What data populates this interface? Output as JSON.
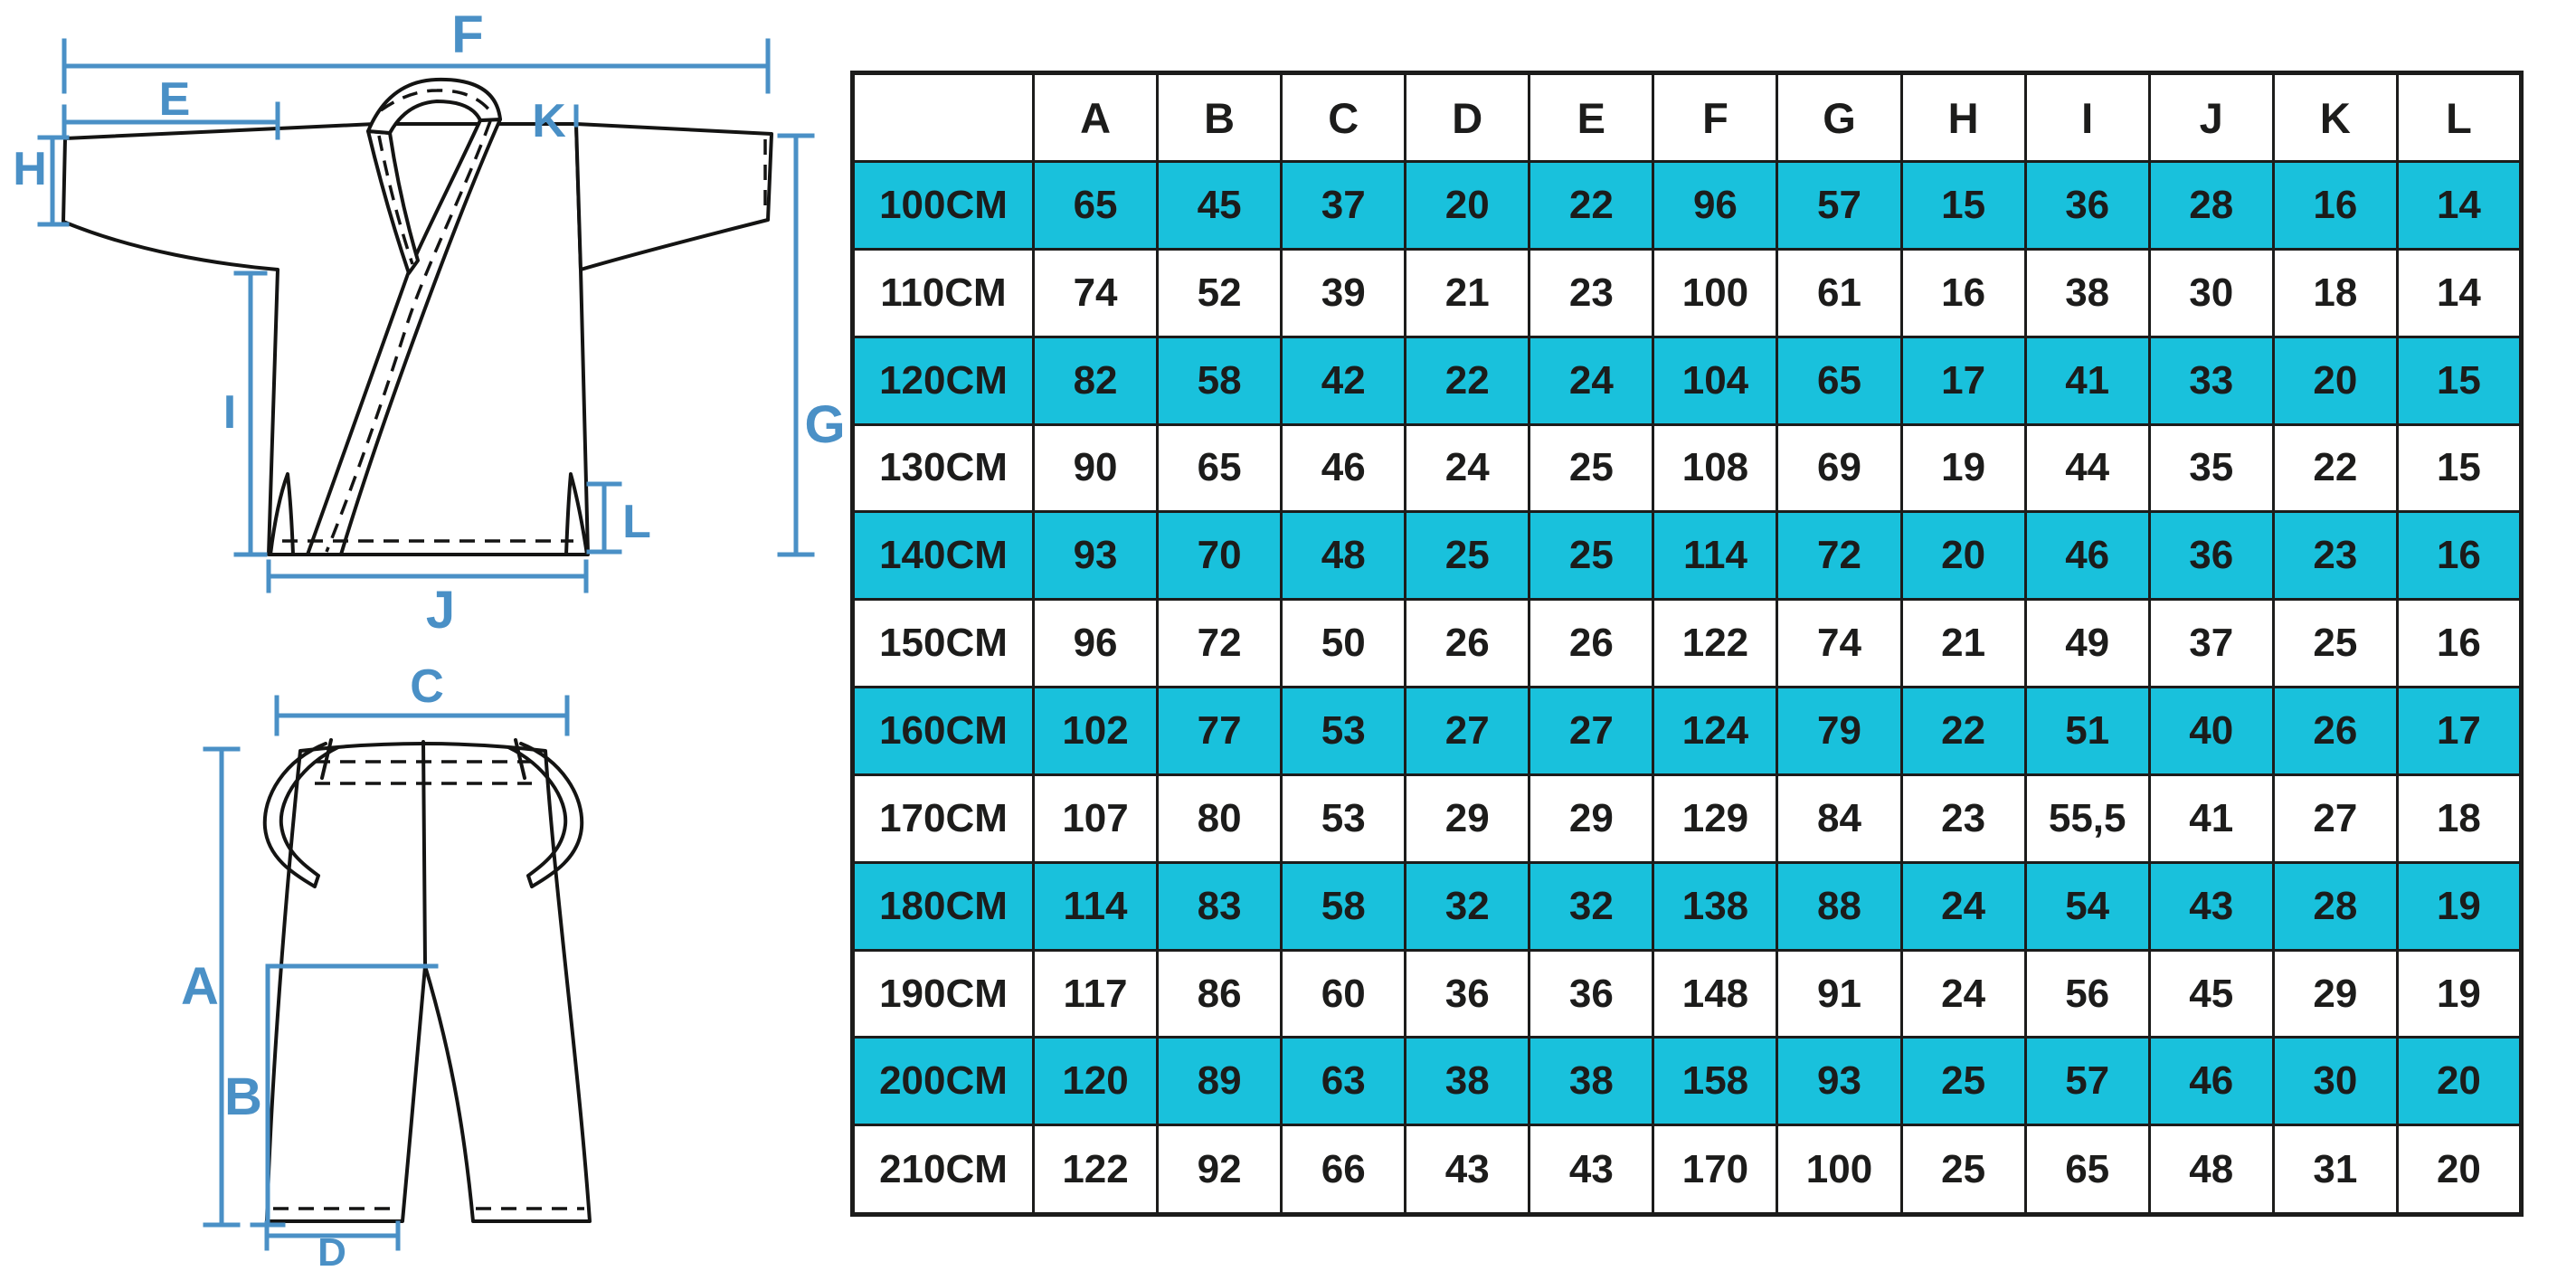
{
  "colors": {
    "accent": "#4a90c6",
    "highlight": "#19c1dc",
    "ink": "#1c1c1b"
  },
  "diagram": {
    "labels": {
      "A": "A",
      "B": "B",
      "C": "C",
      "D": "D",
      "E": "E",
      "F": "F",
      "G": "G",
      "H": "H",
      "I": "I",
      "J": "J",
      "K": "K",
      "L": "L"
    }
  },
  "table": {
    "header_corner": "",
    "columns": [
      "A",
      "B",
      "C",
      "D",
      "E",
      "F",
      "G",
      "H",
      "I",
      "J",
      "K",
      "L"
    ],
    "rows": [
      {
        "size": "100CM",
        "highlighted": true,
        "values": [
          "65",
          "45",
          "37",
          "20",
          "22",
          "96",
          "57",
          "15",
          "36",
          "28",
          "16",
          "14"
        ]
      },
      {
        "size": "110CM",
        "highlighted": false,
        "values": [
          "74",
          "52",
          "39",
          "21",
          "23",
          "100",
          "61",
          "16",
          "38",
          "30",
          "18",
          "14"
        ]
      },
      {
        "size": "120CM",
        "highlighted": true,
        "values": [
          "82",
          "58",
          "42",
          "22",
          "24",
          "104",
          "65",
          "17",
          "41",
          "33",
          "20",
          "15"
        ]
      },
      {
        "size": "130CM",
        "highlighted": false,
        "values": [
          "90",
          "65",
          "46",
          "24",
          "25",
          "108",
          "69",
          "19",
          "44",
          "35",
          "22",
          "15"
        ]
      },
      {
        "size": "140CM",
        "highlighted": true,
        "values": [
          "93",
          "70",
          "48",
          "25",
          "25",
          "114",
          "72",
          "20",
          "46",
          "36",
          "23",
          "16"
        ]
      },
      {
        "size": "150CM",
        "highlighted": false,
        "values": [
          "96",
          "72",
          "50",
          "26",
          "26",
          "122",
          "74",
          "21",
          "49",
          "37",
          "25",
          "16"
        ]
      },
      {
        "size": "160CM",
        "highlighted": true,
        "values": [
          "102",
          "77",
          "53",
          "27",
          "27",
          "124",
          "79",
          "22",
          "51",
          "40",
          "26",
          "17"
        ]
      },
      {
        "size": "170CM",
        "highlighted": false,
        "values": [
          "107",
          "80",
          "53",
          "29",
          "29",
          "129",
          "84",
          "23",
          "55,5",
          "41",
          "27",
          "18"
        ]
      },
      {
        "size": "180CM",
        "highlighted": true,
        "values": [
          "114",
          "83",
          "58",
          "32",
          "32",
          "138",
          "88",
          "24",
          "54",
          "43",
          "28",
          "19"
        ]
      },
      {
        "size": "190CM",
        "highlighted": false,
        "values": [
          "117",
          "86",
          "60",
          "36",
          "36",
          "148",
          "91",
          "24",
          "56",
          "45",
          "29",
          "19"
        ]
      },
      {
        "size": "200CM",
        "highlighted": true,
        "values": [
          "120",
          "89",
          "63",
          "38",
          "38",
          "158",
          "93",
          "25",
          "57",
          "46",
          "30",
          "20"
        ]
      },
      {
        "size": "210CM",
        "highlighted": false,
        "values": [
          "122",
          "92",
          "66",
          "43",
          "43",
          "170",
          "100",
          "25",
          "65",
          "48",
          "31",
          "20"
        ]
      }
    ]
  }
}
